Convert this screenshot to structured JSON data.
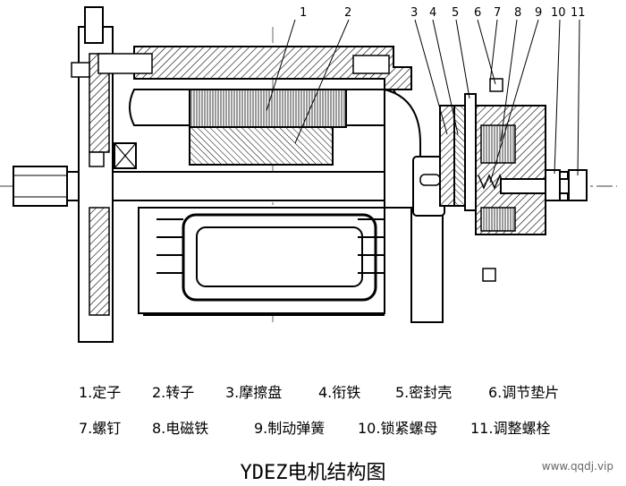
{
  "diagram": {
    "title": "YDEZ电机结构图",
    "watermark": "www.qqdj.vip",
    "callouts": [
      "1",
      "2",
      "3",
      "4",
      "5",
      "6",
      "7",
      "8",
      "9",
      "10",
      "11"
    ],
    "legend_row1": [
      "1.定子",
      "2.转子",
      "3.摩擦盘",
      "4.衔铁",
      "5.密封壳",
      "6.调节垫片"
    ],
    "legend_row2": [
      "7.螺钉",
      "8.电磁铁",
      "9.制动弹簧",
      "10.锁紧螺母",
      "11.调整螺栓"
    ]
  }
}
